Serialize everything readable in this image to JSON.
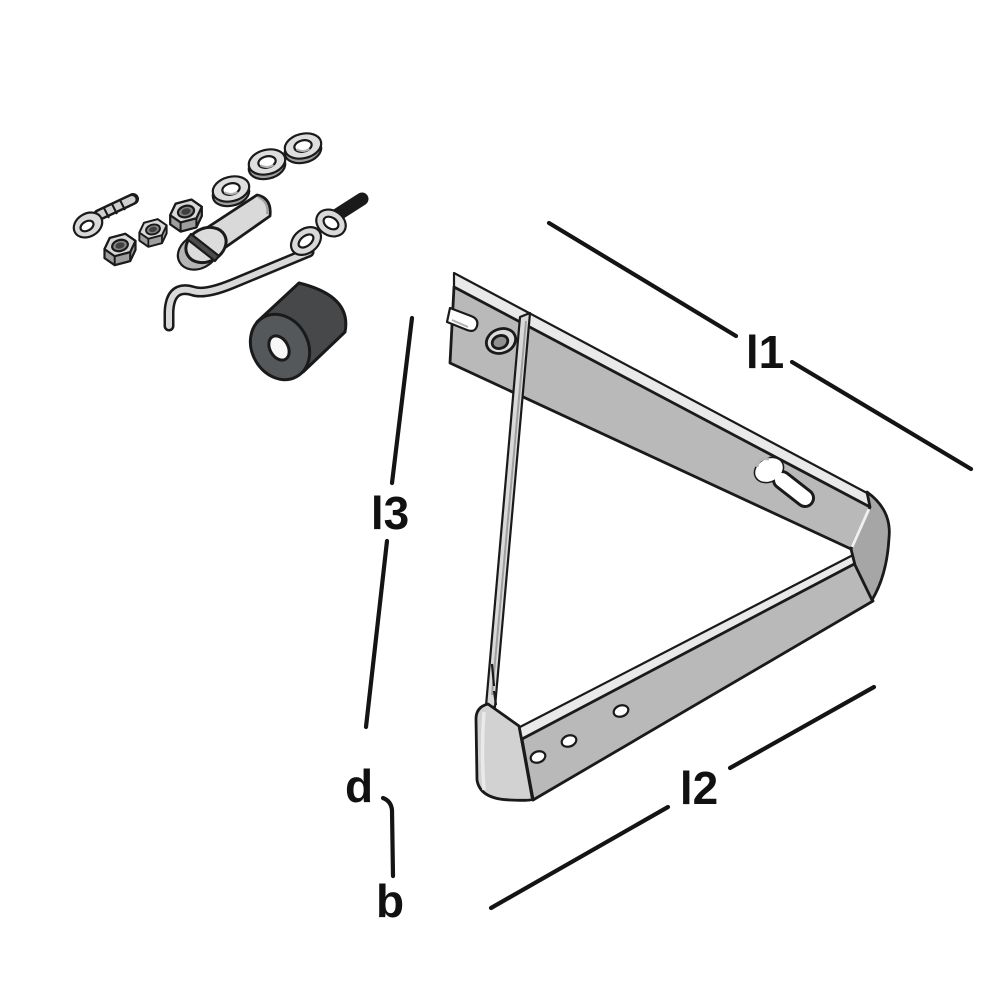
{
  "diagram": {
    "description": "exploded-parts technical illustration of triangular mounting bracket with fixing hardware",
    "background": "#ffffff",
    "labels": {
      "l1": "l1",
      "l2": "l2",
      "l3": "l3",
      "d": "d",
      "b": "b"
    },
    "colors": {
      "outline": "#1a1a1a",
      "dimension_line": "#141414",
      "metal_face": "#b9b9b9",
      "metal_edge_light": "#e9e9e9",
      "metal_bend_shade": "#a6a6a6",
      "metal_cap_light": "#d2d2d2",
      "hardware_fill": "#d9d9d9",
      "hardware_shade": "#9e9e9e",
      "rubber_body": "#46484a",
      "rubber_face": "#55585a",
      "stud_black": "#1a1a1a"
    },
    "parts": [
      "eye-bolt",
      "hex-nut-small",
      "hex-nut-medium",
      "hex-nut-large",
      "washer-1",
      "washer-2",
      "washer-3",
      "slotted-clevis-pin",
      "chain-links",
      "threaded-stud",
      "hook-rod",
      "rubber-roller",
      "triangular-bracket"
    ]
  }
}
